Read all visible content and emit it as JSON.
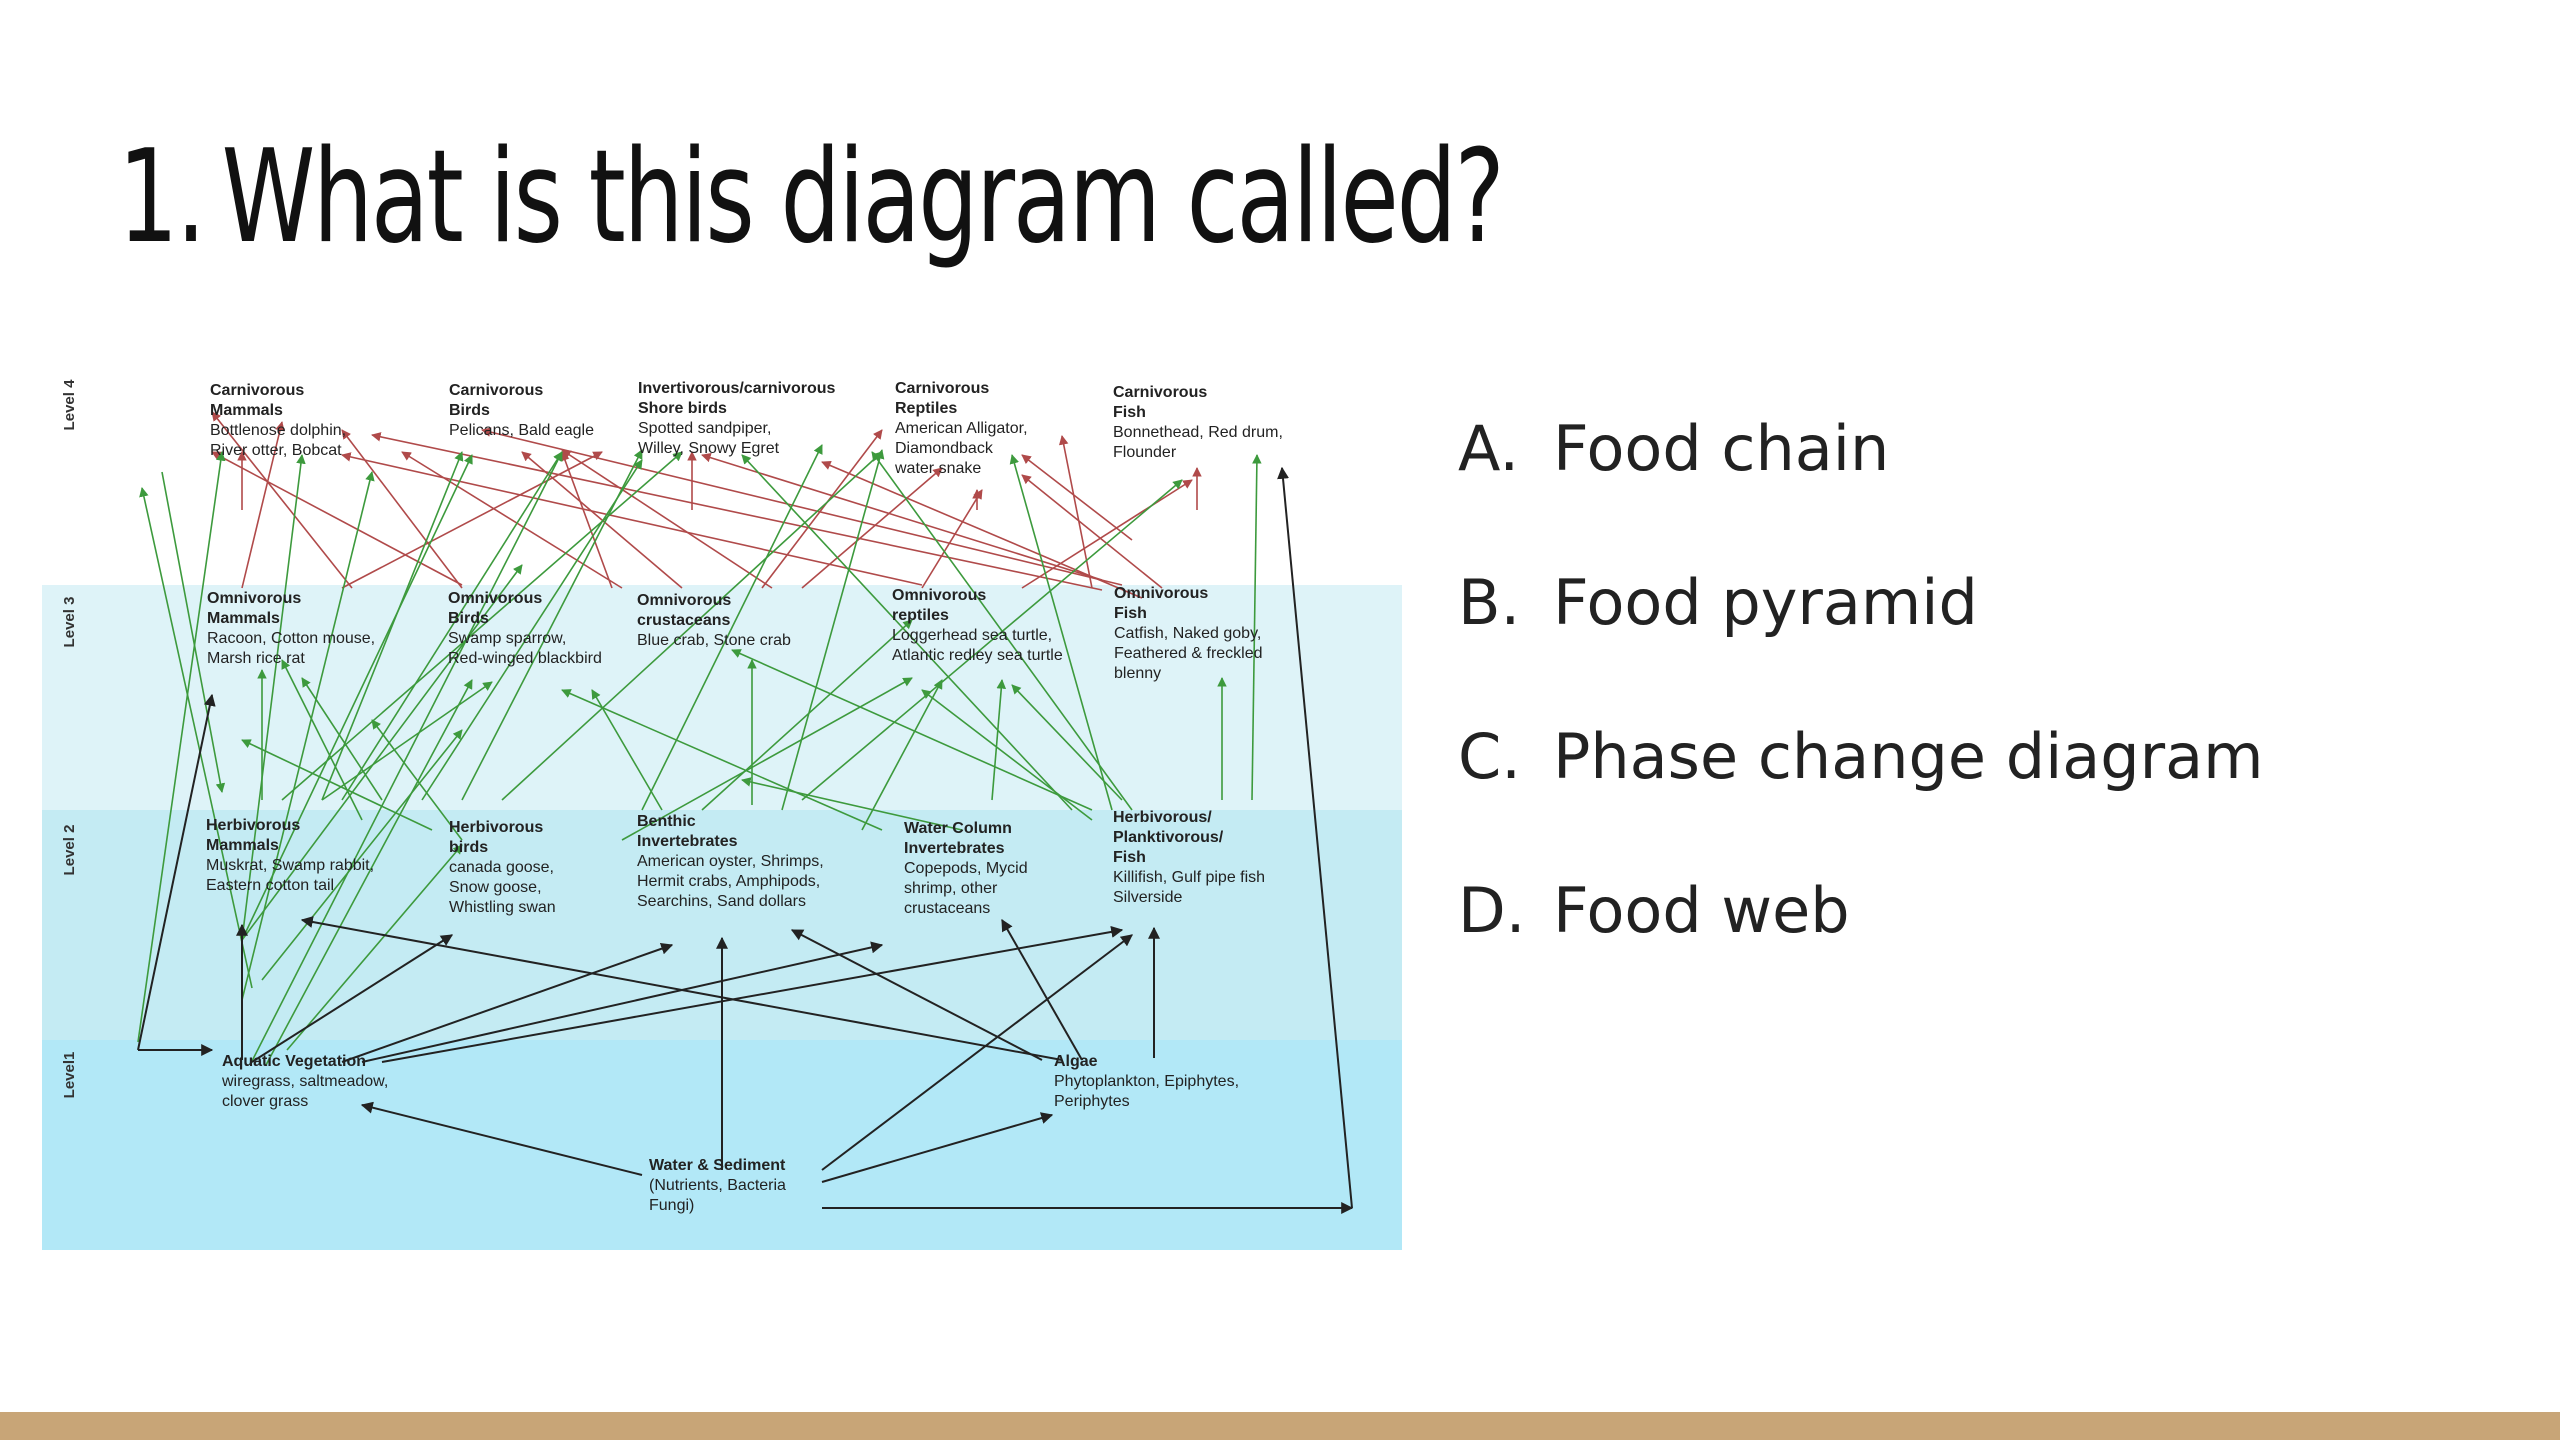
{
  "slide": {
    "question_number": "1.",
    "question_text": "What is this diagram called?",
    "answers": [
      {
        "letter": "A.",
        "text": "Food chain"
      },
      {
        "letter": "B.",
        "text": "Food pyramid"
      },
      {
        "letter": "C.",
        "text": "Phase change diagram"
      },
      {
        "letter": "D.",
        "text": "Food web"
      }
    ]
  },
  "diagram": {
    "levels": [
      "Level 4",
      "Level 3",
      "Level 2",
      "Level1"
    ],
    "nodes": [
      {
        "id": "cm",
        "lines": [
          {
            "t": "Carnivorous",
            "b": true
          },
          {
            "t": "Mammals",
            "b": true
          },
          {
            "t": "Bottlenose dolphin,",
            "b": false
          },
          {
            "t": "River otter, Bobcat",
            "b": false
          }
        ]
      },
      {
        "id": "cb",
        "lines": [
          {
            "t": "Carnivorous",
            "b": true
          },
          {
            "t": "Birds",
            "b": true
          },
          {
            "t": "Pelicans, Bald eagle",
            "b": false
          }
        ]
      },
      {
        "id": "ics",
        "lines": [
          {
            "t": "Invertivorous/carnivorous",
            "b": true
          },
          {
            "t": "Shore birds",
            "b": true
          },
          {
            "t": "Spotted sandpiper,",
            "b": false
          },
          {
            "t": "Willey, Snowy Egret",
            "b": false
          }
        ]
      },
      {
        "id": "cr",
        "lines": [
          {
            "t": "Carnivorous",
            "b": true
          },
          {
            "t": "Reptiles",
            "b": true
          },
          {
            "t": "American Alligator,",
            "b": false
          },
          {
            "t": "Diamondback",
            "b": false
          },
          {
            "t": "water snake",
            "b": false
          }
        ]
      },
      {
        "id": "cf",
        "lines": [
          {
            "t": "Carnivorous",
            "b": true
          },
          {
            "t": "Fish",
            "b": true
          },
          {
            "t": "Bonnethead, Red drum,",
            "b": false
          },
          {
            "t": "Flounder",
            "b": false
          }
        ]
      },
      {
        "id": "om",
        "lines": [
          {
            "t": "Omnivorous",
            "b": true
          },
          {
            "t": "Mammals",
            "b": true
          },
          {
            "t": "Racoon, Cotton mouse,",
            "b": false
          },
          {
            "t": "Marsh rice rat",
            "b": false
          }
        ]
      },
      {
        "id": "ob",
        "lines": [
          {
            "t": "Omnivorous",
            "b": true
          },
          {
            "t": "Birds",
            "b": true
          },
          {
            "t": "Swamp sparrow,",
            "b": false
          },
          {
            "t": "Red-winged blackbird",
            "b": false
          }
        ]
      },
      {
        "id": "oc",
        "lines": [
          {
            "t": "Omnivorous",
            "b": true
          },
          {
            "t": "crustaceans",
            "b": true
          },
          {
            "t": "Blue crab, Stone crab",
            "b": false
          }
        ]
      },
      {
        "id": "or",
        "lines": [
          {
            "t": "Omnivorous",
            "b": true
          },
          {
            "t": "reptiles",
            "b": true
          },
          {
            "t": "Loggerhead sea turtle,",
            "b": false
          },
          {
            "t": "Atlantic redley sea turtle",
            "b": false
          }
        ]
      },
      {
        "id": "of",
        "lines": [
          {
            "t": "Omnivorous",
            "b": true
          },
          {
            "t": "Fish",
            "b": true
          },
          {
            "t": "Catfish, Naked goby,",
            "b": false
          },
          {
            "t": "Feathered & freckled",
            "b": false
          },
          {
            "t": "blenny",
            "b": false
          }
        ]
      },
      {
        "id": "hm",
        "lines": [
          {
            "t": "Herbivorous",
            "b": true
          },
          {
            "t": "Mammals",
            "b": true
          },
          {
            "t": "Muskrat, Swamp rabbit,",
            "b": false
          },
          {
            "t": "Eastern cotton tail",
            "b": false
          }
        ]
      },
      {
        "id": "hb",
        "lines": [
          {
            "t": "Herbivorous",
            "b": true
          },
          {
            "t": "birds",
            "b": true
          },
          {
            "t": "canada goose,",
            "b": false
          },
          {
            "t": "Snow goose,",
            "b": false
          },
          {
            "t": "Whistling swan",
            "b": false
          }
        ]
      },
      {
        "id": "bi",
        "lines": [
          {
            "t": "Benthic",
            "b": true
          },
          {
            "t": "Invertebrates",
            "b": true
          },
          {
            "t": "American oyster, Shrimps,",
            "b": false
          },
          {
            "t": "Hermit crabs, Amphipods,",
            "b": false
          },
          {
            "t": "Searchins, Sand dollars",
            "b": false
          }
        ]
      },
      {
        "id": "wc",
        "lines": [
          {
            "t": "Water Column",
            "b": true
          },
          {
            "t": "Invertebrates",
            "b": true
          },
          {
            "t": "Copepods, Mycid",
            "b": false
          },
          {
            "t": "shrimp, other",
            "b": false
          },
          {
            "t": "crustaceans",
            "b": false
          }
        ]
      },
      {
        "id": "hpf",
        "lines": [
          {
            "t": "Herbivorous/",
            "b": true
          },
          {
            "t": "Planktivorous/",
            "b": true
          },
          {
            "t": "Fish",
            "b": true
          },
          {
            "t": "Killifish, Gulf pipe fish",
            "b": false
          },
          {
            "t": "Silverside",
            "b": false
          }
        ]
      },
      {
        "id": "av",
        "lines": [
          {
            "t": "Aquatic Vegetation",
            "b": true
          },
          {
            "t": "wiregrass, saltmeadow,",
            "b": false
          },
          {
            "t": "clover grass",
            "b": false
          }
        ]
      },
      {
        "id": "al",
        "lines": [
          {
            "t": "Algae",
            "b": true
          },
          {
            "t": "Phytoplankton, Epiphytes,",
            "b": false
          },
          {
            "t": "Periphytes",
            "b": false
          }
        ]
      },
      {
        "id": "ws",
        "lines": [
          {
            "t": "Water & Sediment",
            "b": true
          },
          {
            "t": "(Nutrients, Bacteria",
            "b": false
          },
          {
            "t": "Fungi)",
            "b": false
          }
        ]
      }
    ]
  }
}
